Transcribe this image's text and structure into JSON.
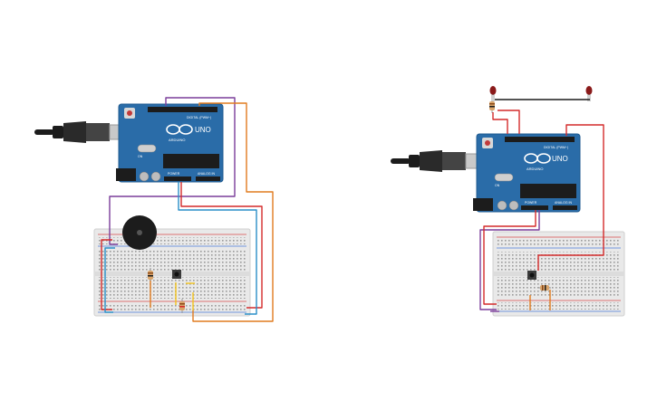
{
  "circuits": [
    {
      "id": "left",
      "board": {
        "model": "UNO",
        "brand": "ARDUINO",
        "on_label": "ON",
        "digital_label": "DIGITAL (PWM~)",
        "power_label": "POWER",
        "analog_label": "ANALOG IN"
      },
      "components": [
        "usb-cable",
        "arduino-uno",
        "breadboard",
        "piezo-buzzer",
        "pushbutton",
        "resistor",
        "resistor"
      ],
      "wire_colors": [
        "#7a3d9a",
        "#e07b1f",
        "#d42a2a",
        "#2a8fc8",
        "#f2c21b"
      ]
    },
    {
      "id": "right",
      "board": {
        "model": "UNO",
        "brand": "ARDUINO",
        "on_label": "ON",
        "digital_label": "DIGITAL (PWM~)",
        "power_label": "POWER",
        "analog_label": "ANALOG IN"
      },
      "components": [
        "usb-cable",
        "arduino-uno",
        "breadboard",
        "led",
        "led",
        "resistor",
        "pushbutton",
        "resistor"
      ],
      "wire_colors": [
        "#7a3d9a",
        "#d42a2a",
        "#1c1c1c",
        "#e07b1f"
      ]
    }
  ],
  "colors": {
    "board": "#2a6ca8",
    "board_dark": "#1f5a8f",
    "breadboard": "#e9e9e9",
    "rail_red": "#d84a4a",
    "rail_blue": "#4a7ad8"
  }
}
